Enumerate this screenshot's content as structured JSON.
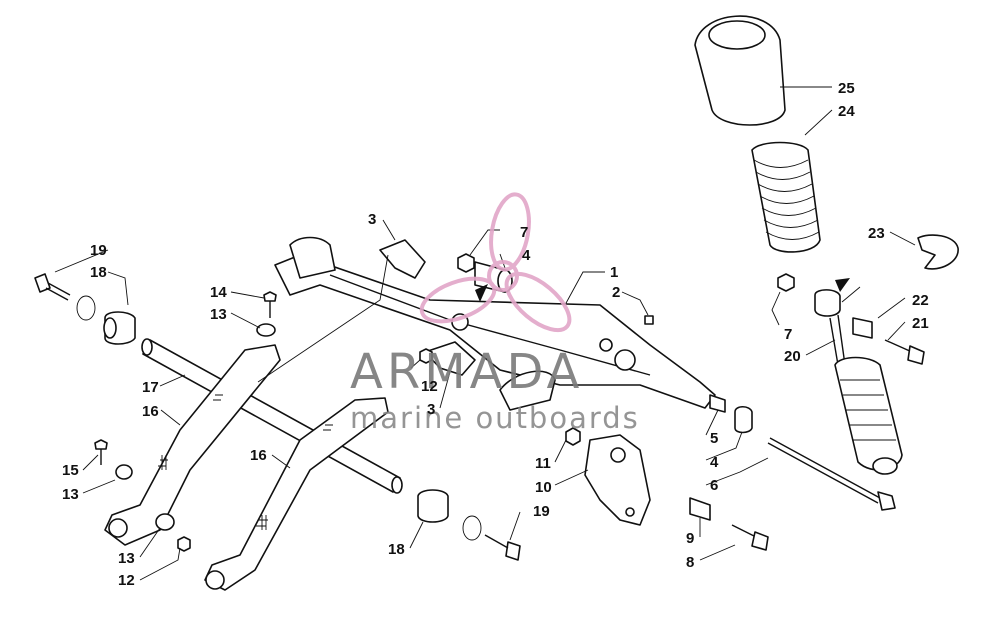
{
  "callouts": [
    {
      "id": "c1",
      "text": "1"
    },
    {
      "id": "c2",
      "text": "2"
    },
    {
      "id": "c3a",
      "text": "3"
    },
    {
      "id": "c3b",
      "text": "3"
    },
    {
      "id": "c4a",
      "text": "4"
    },
    {
      "id": "c4b",
      "text": "4"
    },
    {
      "id": "c5",
      "text": "5"
    },
    {
      "id": "c6",
      "text": "6"
    },
    {
      "id": "c7a",
      "text": "7"
    },
    {
      "id": "c7b",
      "text": "7"
    },
    {
      "id": "c8",
      "text": "8"
    },
    {
      "id": "c9",
      "text": "9"
    },
    {
      "id": "c10",
      "text": "10"
    },
    {
      "id": "c11",
      "text": "11"
    },
    {
      "id": "c12a",
      "text": "12"
    },
    {
      "id": "c12b",
      "text": "12"
    },
    {
      "id": "c13a",
      "text": "13"
    },
    {
      "id": "c13b",
      "text": "13"
    },
    {
      "id": "c13c",
      "text": "13"
    },
    {
      "id": "c14",
      "text": "14"
    },
    {
      "id": "c15",
      "text": "15"
    },
    {
      "id": "c16a",
      "text": "16"
    },
    {
      "id": "c16b",
      "text": "16"
    },
    {
      "id": "c17",
      "text": "17"
    },
    {
      "id": "c18a",
      "text": "18"
    },
    {
      "id": "c18b",
      "text": "18"
    },
    {
      "id": "c19a",
      "text": "19"
    },
    {
      "id": "c19b",
      "text": "19"
    },
    {
      "id": "c20",
      "text": "20"
    },
    {
      "id": "c21",
      "text": "21"
    },
    {
      "id": "c22",
      "text": "22"
    },
    {
      "id": "c23",
      "text": "23"
    },
    {
      "id": "c24",
      "text": "24"
    },
    {
      "id": "c25",
      "text": "25"
    }
  ],
  "watermark": {
    "name": "ARMADA",
    "tagline": "marine outboards",
    "name_color": "#7a7a7a",
    "tagline_color": "#8a8a8a",
    "logo_color": "#e2a6c8"
  }
}
